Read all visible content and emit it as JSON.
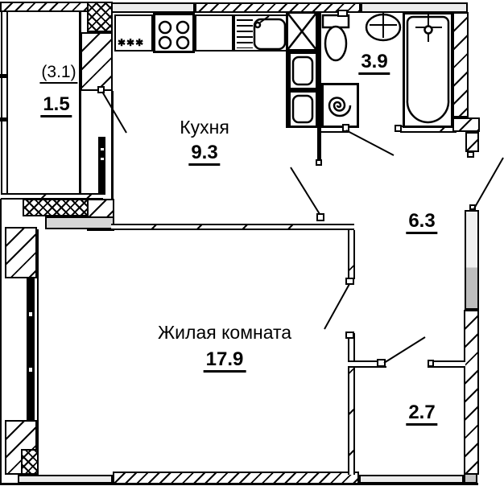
{
  "plan": {
    "type": "apartment-floor-plan",
    "rooms": {
      "balcony": {
        "area_total": "(3.1)",
        "area": "1.5"
      },
      "kitchen": {
        "name": "Кухня",
        "area": "9.3"
      },
      "bathroom": {
        "area": "3.9"
      },
      "hallway": {
        "area": "6.3"
      },
      "living": {
        "name": "Жилая комната",
        "area": "17.9"
      },
      "closet": {
        "area": "2.7"
      }
    },
    "cabinet_marker": "✱✱✱",
    "fixtures": [
      "stove-icon",
      "kitchen-sink-icon",
      "drainboard-icon",
      "cabinet-icon",
      "vent-shaft-icon",
      "duct-icon",
      "toilet-icon",
      "washbasin-icon",
      "bathtub-icon",
      "washing-machine-icon",
      "window-icon",
      "door-swing-icon"
    ],
    "colors": {
      "wall": "#000000",
      "sill_light": "#ececec",
      "sill_mid": "#d6d6d6",
      "block_dark": "#c4c4c4",
      "door_leaf_top": "#f0f0f0",
      "door_leaf_bottom": "#bdbdbd",
      "background": "#ffffff"
    }
  }
}
